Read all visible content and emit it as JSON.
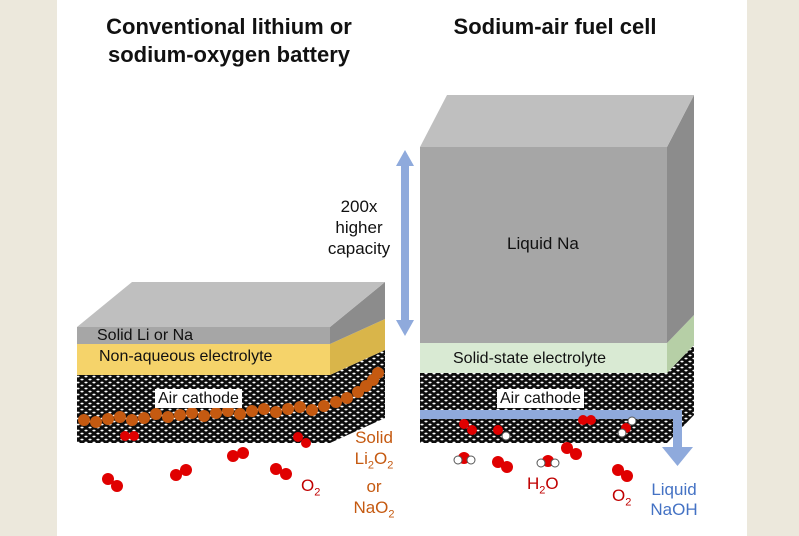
{
  "left": {
    "title_line1": "Conventional lithium or",
    "title_line2": "sodium-oxygen battery",
    "layer_solid": "Solid Li or Na",
    "layer_electrolyte": "Non-aqueous electrolyte",
    "layer_cathode": "Air cathode",
    "product_solid": "Solid",
    "product_li2o2": "Li2O2",
    "product_or": "or",
    "product_nao2": "NaO2",
    "o2_label": "O2"
  },
  "right": {
    "title": "Sodium-air fuel cell",
    "layer_liquid": "Liquid Na",
    "layer_electrolyte": "Solid-state electrolyte",
    "layer_cathode": "Air cathode",
    "h2o_label": "H2O",
    "o2_label": "O2",
    "naoh_line1": "Liquid",
    "naoh_line2": "NaOH"
  },
  "capacity": {
    "line1": "200x",
    "line2": "higher",
    "line3": "capacity"
  },
  "colors": {
    "background": "#ece8dc",
    "metal_gray": "#a6a6a6",
    "electrolyte_yellow": "#f5d36a",
    "solid_electrolyte_green": "#d9ead3",
    "cathode_black": "#0d0d0d",
    "product_orange": "#c55a11",
    "arrow_blue": "#8faadc",
    "oxygen_red": "#e00000"
  }
}
